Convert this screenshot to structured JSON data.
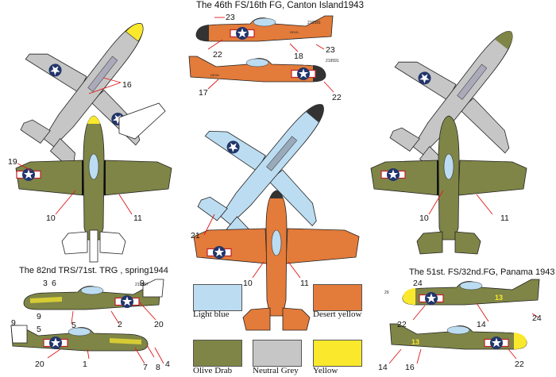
{
  "captions": {
    "top_center": "The 46th FS/16th FG, Canton Island1943",
    "mid_left": "The 82nd TRS/71st. TRG , spring1944",
    "mid_right": "The 51st. FS/32nd.FG, Panama 1943"
  },
  "swatches": [
    {
      "label": "Light blue",
      "color": "#bcdcf1"
    },
    {
      "label": "Desert yellow",
      "color": "#e37b3a"
    },
    {
      "label": "Olive Drab",
      "color": "#7f8546"
    },
    {
      "label": "Neutral Grey",
      "color": "#c6c6c6"
    },
    {
      "label": "Yellow",
      "color": "#fae82d"
    }
  ],
  "colors": {
    "olive_drab": "#7f8546",
    "neutral_grey": "#c6c6c6",
    "light_blue": "#bcdcf1",
    "desert_yellow": "#e37b3a",
    "yellow": "#fae82d",
    "insignia_blue": "#22356b",
    "leader_red": "#e01818"
  },
  "callouts": {
    "n16": "16",
    "n19": "19",
    "n10a": "10",
    "n11a": "11",
    "n23a": "23",
    "n22a": "22",
    "n18": "18",
    "n23b": "23",
    "n17": "17",
    "n22b": "22",
    "n21": "21",
    "n10b": "10",
    "n11b": "11",
    "n10c": "10",
    "n11c": "11",
    "n3": "3",
    "n6": "6",
    "n9a": "9",
    "n9b": "9",
    "n5a": "5",
    "n2": "2",
    "n20a": "20",
    "n9c": "9",
    "n5b": "5",
    "n20b": "20",
    "n1": "1",
    "n7": "7",
    "n8": "8",
    "n4": "4",
    "n24a": "24",
    "n22c": "22",
    "n14a": "14",
    "n24b": "24",
    "n14b": "14",
    "n16b": "16",
    "n22d": "22"
  },
  "markings": {
    "serial_46a": "219591",
    "serial_46b": "219591",
    "nose_46a": "DEVIL",
    "nose_46b": "DEVIL",
    "serial_82": "219597",
    "code_51a": "13",
    "code_51b": "13",
    "serial_51": "29"
  }
}
